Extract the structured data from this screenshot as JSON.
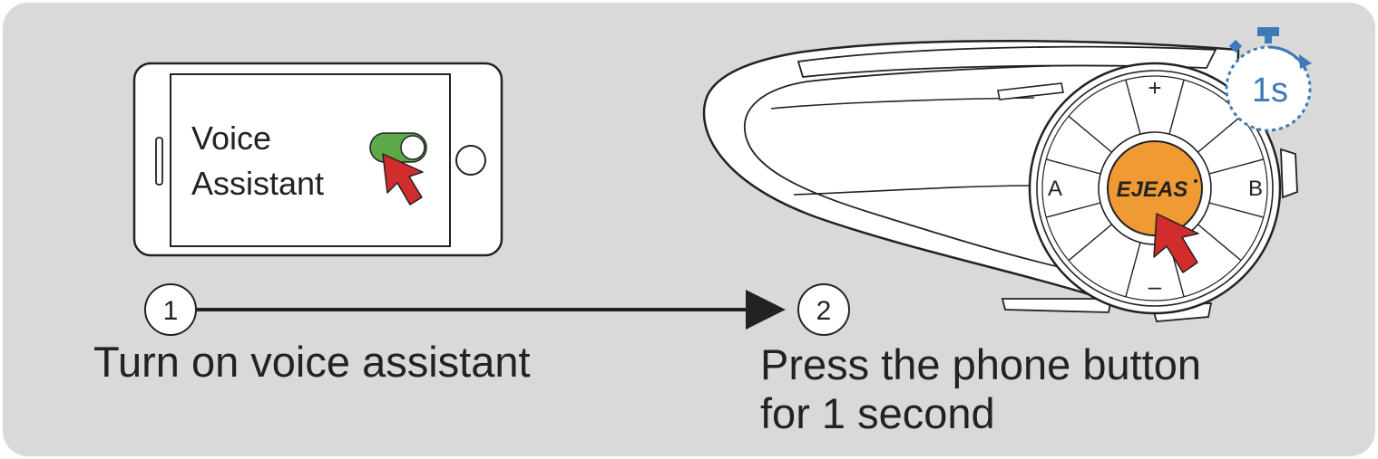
{
  "phone": {
    "line1": "Voice",
    "line2": "Assistant",
    "toggle_color": "#5ea84a"
  },
  "device": {
    "logo": "EJEAS",
    "plus": "+",
    "minus": "–",
    "a_label": "A",
    "b_label": "B",
    "button_color": "#f09a33"
  },
  "timer": {
    "label": "1s",
    "color": "#3d7ab8"
  },
  "steps": [
    {
      "number": "1",
      "text": "Turn on voice assistant"
    },
    {
      "number": "2",
      "line1": "Press the phone button",
      "line2": "for 1 second"
    }
  ],
  "colors": {
    "panel": "#d9d9d9",
    "arrow": "#d22c2c"
  }
}
